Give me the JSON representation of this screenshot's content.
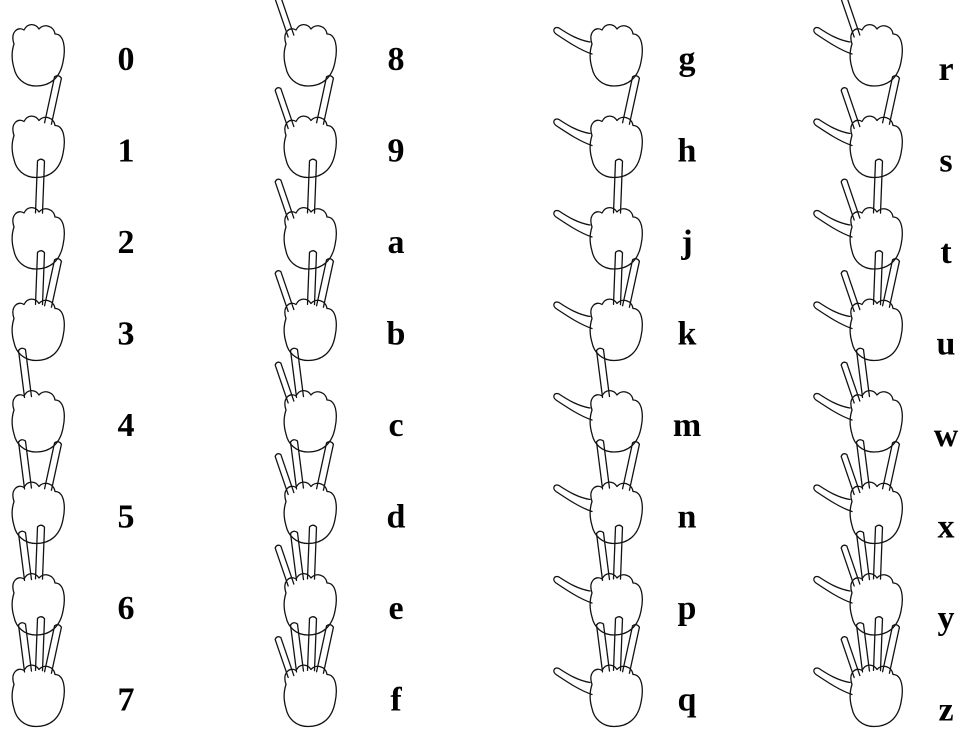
{
  "chart_data": {
    "type": "table",
    "title": "",
    "columns": [
      {
        "entries": [
          {
            "label": "0",
            "fingers": []
          },
          {
            "label": "1",
            "fingers": [
              "index"
            ]
          },
          {
            "label": "2",
            "fingers": [
              "middle"
            ]
          },
          {
            "label": "3",
            "fingers": [
              "middle",
              "index"
            ]
          },
          {
            "label": "4",
            "fingers": [
              "ring"
            ]
          },
          {
            "label": "5",
            "fingers": [
              "ring",
              "index"
            ]
          },
          {
            "label": "6",
            "fingers": [
              "ring",
              "middle"
            ]
          },
          {
            "label": "7",
            "fingers": [
              "ring",
              "middle",
              "index"
            ]
          }
        ]
      },
      {
        "entries": [
          {
            "label": "8",
            "fingers": [
              "pinky"
            ]
          },
          {
            "label": "9",
            "fingers": [
              "pinky",
              "index"
            ]
          },
          {
            "label": "a",
            "fingers": [
              "pinky",
              "middle"
            ]
          },
          {
            "label": "b",
            "fingers": [
              "pinky",
              "middle",
              "index"
            ]
          },
          {
            "label": "c",
            "fingers": [
              "pinky",
              "ring"
            ]
          },
          {
            "label": "d",
            "fingers": [
              "pinky",
              "ring",
              "index"
            ]
          },
          {
            "label": "e",
            "fingers": [
              "pinky",
              "ring",
              "middle"
            ]
          },
          {
            "label": "f",
            "fingers": [
              "pinky",
              "ring",
              "middle",
              "index"
            ]
          }
        ]
      },
      {
        "entries": [
          {
            "label": "g",
            "fingers": [
              "thumb"
            ]
          },
          {
            "label": "h",
            "fingers": [
              "thumb",
              "index"
            ]
          },
          {
            "label": "j",
            "fingers": [
              "thumb",
              "middle"
            ]
          },
          {
            "label": "k",
            "fingers": [
              "thumb",
              "middle",
              "index"
            ]
          },
          {
            "label": "m",
            "fingers": [
              "thumb",
              "ring"
            ]
          },
          {
            "label": "n",
            "fingers": [
              "thumb",
              "ring",
              "index"
            ]
          },
          {
            "label": "p",
            "fingers": [
              "thumb",
              "ring",
              "middle"
            ]
          },
          {
            "label": "q",
            "fingers": [
              "thumb",
              "ring",
              "middle",
              "index"
            ]
          }
        ]
      },
      {
        "entries": [
          {
            "label": "r",
            "fingers": [
              "thumb",
              "pinky"
            ]
          },
          {
            "label": "s",
            "fingers": [
              "thumb",
              "pinky",
              "index"
            ]
          },
          {
            "label": "t",
            "fingers": [
              "thumb",
              "pinky",
              "middle"
            ]
          },
          {
            "label": "u",
            "fingers": [
              "thumb",
              "pinky",
              "middle",
              "index"
            ]
          },
          {
            "label": "w",
            "fingers": [
              "thumb",
              "pinky",
              "ring"
            ]
          },
          {
            "label": "x",
            "fingers": [
              "thumb",
              "pinky",
              "ring",
              "index"
            ]
          },
          {
            "label": "y",
            "fingers": [
              "thumb",
              "pinky",
              "ring",
              "middle"
            ]
          },
          {
            "label": "z",
            "fingers": [
              "thumb",
              "pinky",
              "ring",
              "middle",
              "index"
            ]
          }
        ]
      }
    ]
  }
}
